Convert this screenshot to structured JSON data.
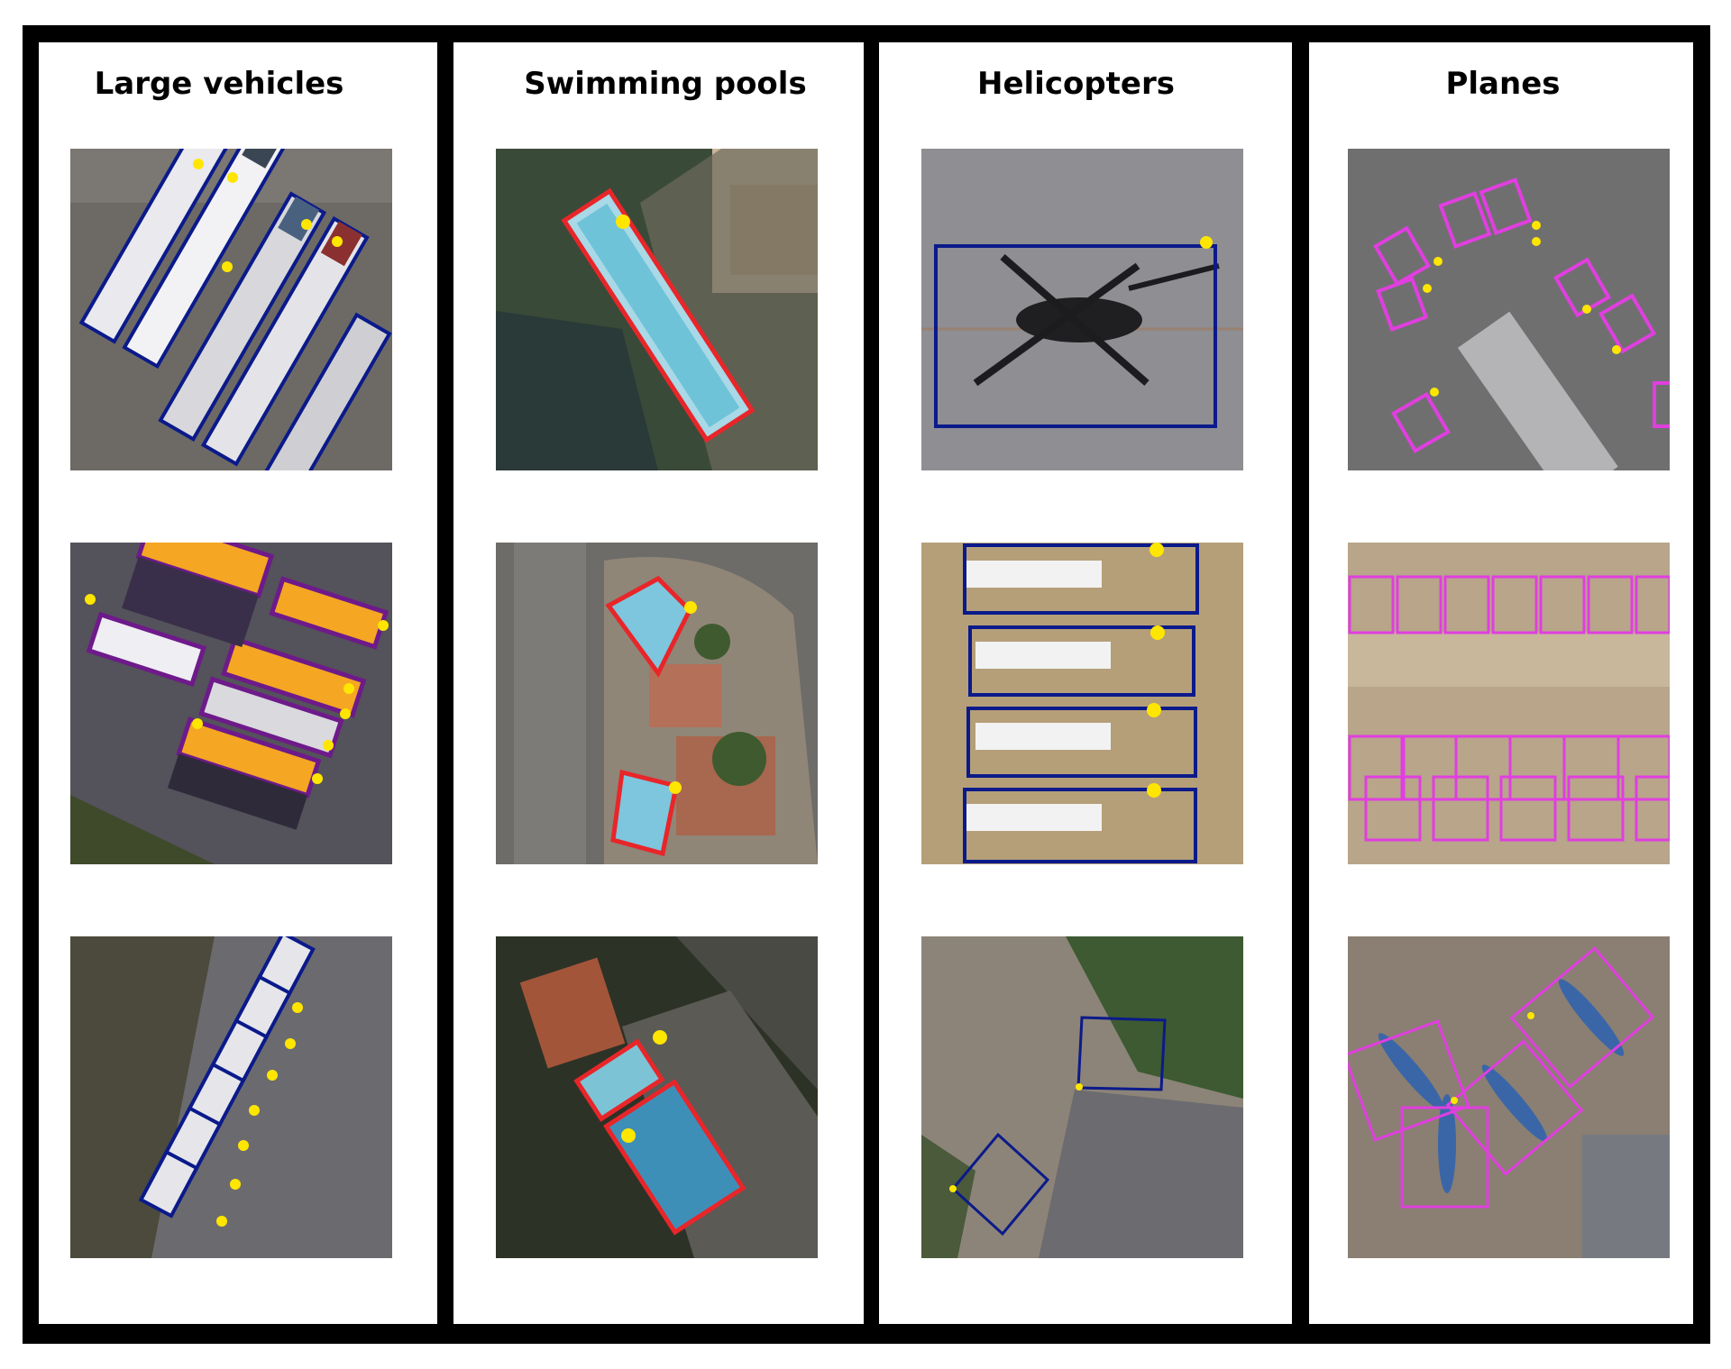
{
  "columns": [
    {
      "title": "Large vehicles",
      "annotation_color": "#0b1a8a",
      "point_color": "#ffe600"
    },
    {
      "title": "Swimming pools",
      "annotation_color": "#e8262a",
      "point_color": "#ffe600"
    },
    {
      "title": "Helicopters",
      "annotation_color": "#0b1a8a",
      "point_color": "#ffe600"
    },
    {
      "title": "Planes",
      "annotation_color": "#e13ee0",
      "point_color": "#ffe600"
    }
  ]
}
